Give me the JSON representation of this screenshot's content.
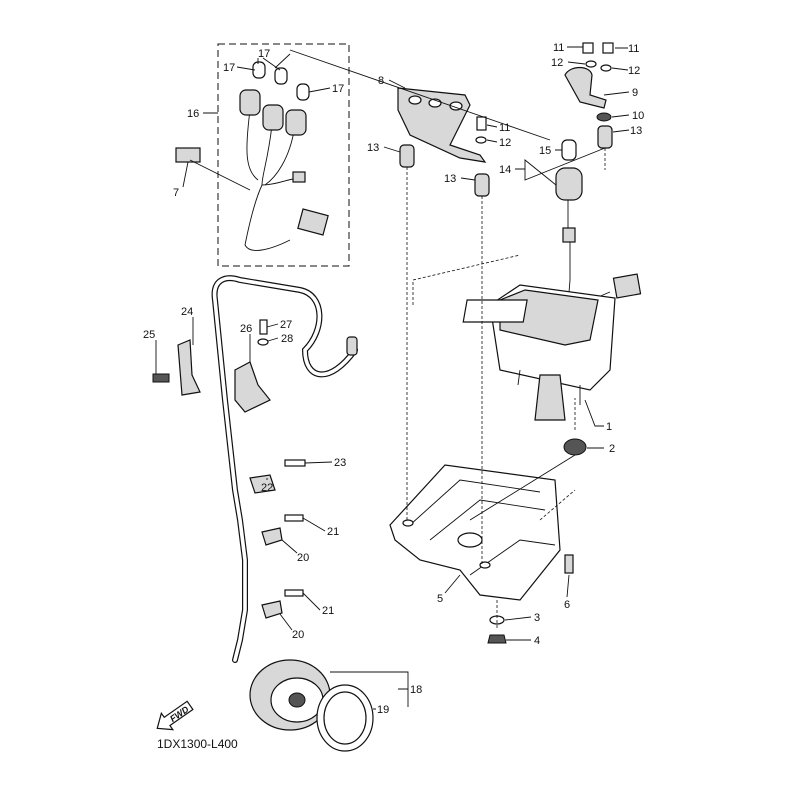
{
  "diagram_code": "1DX1300-L400",
  "fwd_label": "FWD",
  "callouts": [
    "17",
    "17",
    "17",
    "16",
    "7",
    "8",
    "11",
    "11",
    "11",
    "12",
    "12",
    "12",
    "9",
    "10",
    "13",
    "13",
    "13",
    "15",
    "14",
    "24",
    "25",
    "26",
    "27",
    "28",
    "1",
    "2",
    "23",
    "22",
    "21",
    "20",
    "21",
    "20",
    "5",
    "6",
    "3",
    "4",
    "18",
    "19"
  ]
}
